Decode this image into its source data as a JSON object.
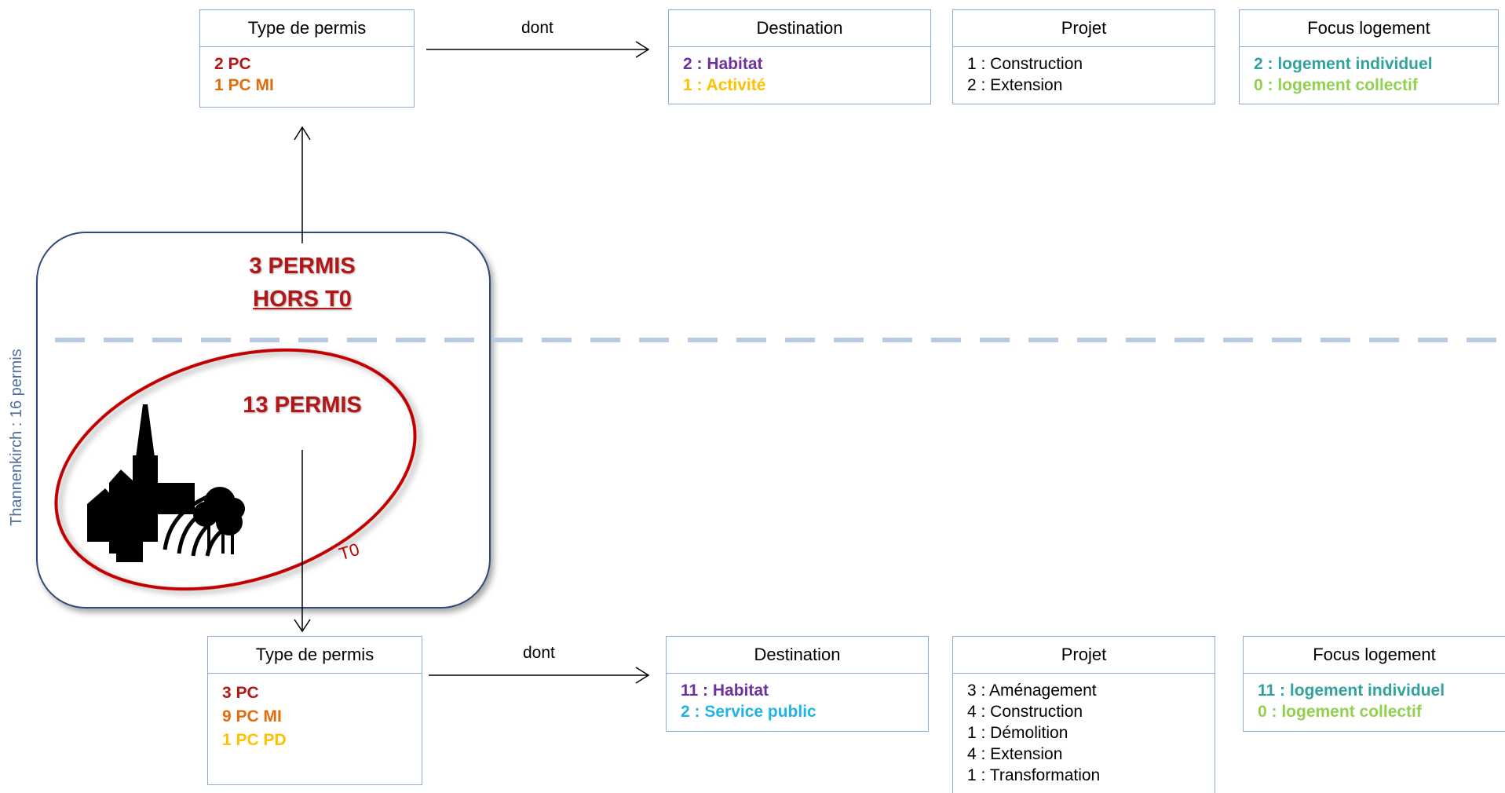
{
  "side_label": "Thannenkirch : 16 permis",
  "top": {
    "count_line1": "3 PERMIS",
    "count_line2": "HORS T0",
    "dont": "dont",
    "type": {
      "title": "Type de permis",
      "items": [
        {
          "text": "2 PC",
          "color": "#b31616"
        },
        {
          "text": "1 PC MI",
          "color": "#e36c0a"
        }
      ]
    },
    "destination": {
      "title": "Destination",
      "items": [
        {
          "text": "2 : Habitat",
          "color": "#7030a0"
        },
        {
          "text": "1 : Activité",
          "color": "#ffc000"
        }
      ]
    },
    "projet": {
      "title": "Projet",
      "items": [
        {
          "text": "1 : Construction"
        },
        {
          "text": "2 : Extension"
        }
      ]
    },
    "focus": {
      "title": "Focus logement",
      "items": [
        {
          "text": "2 : logement individuel",
          "color": "#31a39c"
        },
        {
          "text": "0 : logement collectif",
          "color": "#92d050"
        }
      ]
    }
  },
  "bottom": {
    "count": "13 PERMIS",
    "zone_label": "T0",
    "dont": "dont",
    "type": {
      "title": "Type de permis",
      "items": [
        {
          "text": "3 PC",
          "color": "#b31616"
        },
        {
          "text": "9 PC MI",
          "color": "#e36c0a"
        },
        {
          "text": "1 PC PD",
          "color": "#ffc000"
        }
      ]
    },
    "destination": {
      "title": "Destination",
      "items": [
        {
          "text": "11 : Habitat",
          "color": "#7030a0"
        },
        {
          "text": "2 : Service public",
          "color": "#1fb3e8"
        }
      ]
    },
    "projet": {
      "title": "Projet",
      "items": [
        {
          "text": "3 : Aménagement"
        },
        {
          "text": "4 : Construction"
        },
        {
          "text": "1 : Démolition"
        },
        {
          "text": "4 : Extension"
        },
        {
          "text": "1 : Transformation"
        }
      ]
    },
    "focus": {
      "title": "Focus logement",
      "items": [
        {
          "text": "11 : logement individuel",
          "color": "#31a39c"
        },
        {
          "text": "0 : logement collectif",
          "color": "#92d050"
        }
      ]
    }
  },
  "colors": {
    "box_border": "#8eaad8",
    "dashed_line": "#b8c9e3",
    "rounded_panel_border": "#2e4a7a",
    "ellipse": "#c00000"
  }
}
